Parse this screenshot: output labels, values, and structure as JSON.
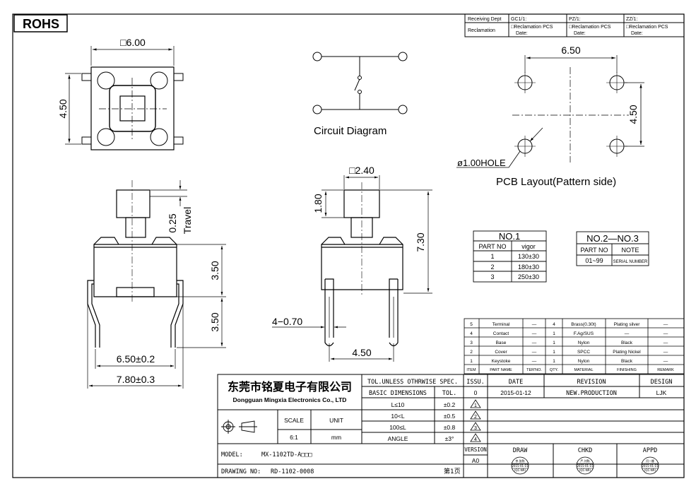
{
  "rohs": "ROHS",
  "top_table": {
    "row1": [
      "Receiving Dept",
      "GC1/1:",
      "PZ/1:",
      "ZZ/1:"
    ],
    "row2_label": "Reclamation",
    "cell_a": "□Reclamation  PCS",
    "cell_b": "Date:"
  },
  "top_view": {
    "width_dim": "□6.00",
    "height_dim": "4.50"
  },
  "circuit": {
    "label": "Circuit  Diagram"
  },
  "pcb": {
    "width_dim": "6.50",
    "height_dim": "4.50",
    "hole": "ø1.00HOLE",
    "label": "PCB  Layout(Pattern  side)"
  },
  "front_view": {
    "travel": "0.25",
    "travel_label": "Travel",
    "body_h": "3.50",
    "lead_h": "3.50",
    "lead_span": "6.50±0.2",
    "total_w": "7.80±0.3"
  },
  "side_view": {
    "cap_w": "□2.40",
    "cap_h": "1.80",
    "total_h": "7.30",
    "lead_w": "4−0.70",
    "lead_span": "4.50"
  },
  "no1_table": {
    "title": "NO.1",
    "headers": [
      "PART NO",
      "vigor"
    ],
    "rows": [
      [
        "1",
        "130±30"
      ],
      [
        "2",
        "180±30"
      ],
      [
        "3",
        "250±30"
      ]
    ]
  },
  "no2_table": {
    "title": "NO.2—NO.3",
    "headers": [
      "PART NO",
      "NOTE"
    ],
    "rows": [
      [
        "01~99",
        "SERIAL NUMBER"
      ]
    ]
  },
  "bom": {
    "headers": [
      "ITEM",
      "PART NAME",
      "TER'NO.",
      "QTY.",
      "MATERIAL",
      "FINISHING",
      "REMARK"
    ],
    "rows": [
      [
        "5",
        "Terminal",
        "—",
        "4",
        "Brass(0.30t)",
        "Plating silver",
        "—"
      ],
      [
        "4",
        "Contact",
        "—",
        "1",
        "F.Ag/SUS",
        "—",
        "—"
      ],
      [
        "3",
        "Base",
        "—",
        "1",
        "Nylon",
        "Black",
        "—"
      ],
      [
        "2",
        "Cover",
        "—",
        "1",
        "SPCC",
        "Plating Nickel",
        "—"
      ],
      [
        "1",
        "Keystoke",
        "—",
        "1",
        "Nylon",
        "Black",
        "—"
      ]
    ]
  },
  "title_block": {
    "company_cn": "东莞市铭夏电子有限公司",
    "company_en": "Dongguan Mingxia Electronics Co., LTD",
    "tol_title": "TOL.UNLESS OTHRWISE SPEC.",
    "basic_dim": "BASIC DIMENSIONS",
    "tol": "TOL.",
    "tol_rows": [
      [
        "L≤10",
        "±0.2"
      ],
      [
        "10<L",
        "±0.5"
      ],
      [
        "100≤L",
        "±0.8"
      ],
      [
        "ANGLE",
        "±3°"
      ]
    ],
    "scale_label": "SCALE",
    "unit_label": "UNIT",
    "scale": "6:1",
    "unit": "mm",
    "issu": "ISSU.",
    "date": "DATE",
    "revision": "REVISION",
    "design": "DESIGN",
    "rev_row": [
      "0",
      "2015-01-12",
      "NEW.PRODUCTION",
      "LJK"
    ],
    "rev_marks": [
      "1",
      "2",
      "3",
      "4"
    ],
    "version_label": "VERSION",
    "version": "A0",
    "draw": "DRAW",
    "chkd": "CHKD",
    "appd": "APPD",
    "stamps": [
      "李.张陈",
      "严.刘陈",
      "闫一娜"
    ],
    "stamp_date": "2015-01-15",
    "stamp_dept": "(QC-NR)",
    "model_label": "MODEL:",
    "model": "MX-1102TD-A□□□",
    "drawing_label": "DRAWING NO:",
    "drawing": "RD-1102-0008",
    "page": "第1页"
  }
}
